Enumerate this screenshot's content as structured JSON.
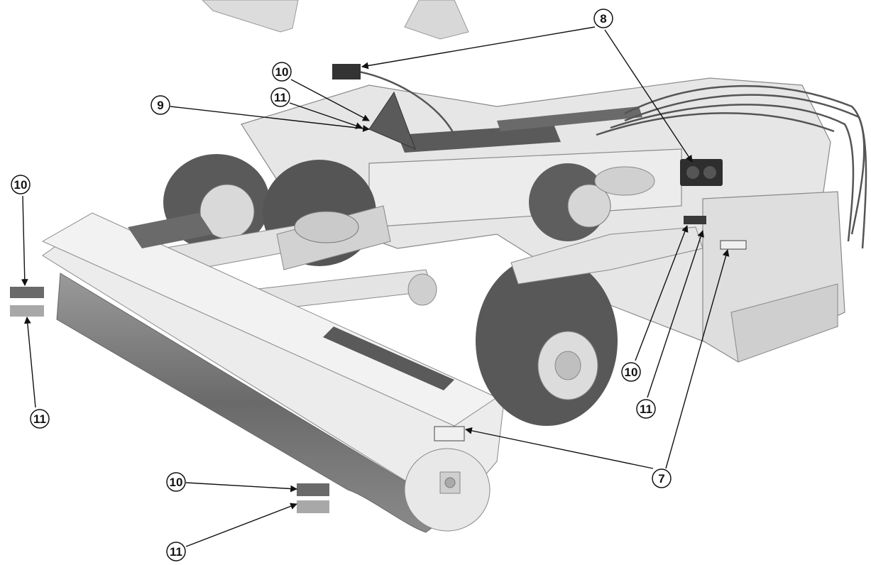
{
  "figure": {
    "callouts": [
      {
        "id": "c8-top",
        "label": "8"
      },
      {
        "id": "c10-top",
        "label": "10"
      },
      {
        "id": "c11-top",
        "label": "11"
      },
      {
        "id": "c9",
        "label": "9"
      },
      {
        "id": "c10-left",
        "label": "10"
      },
      {
        "id": "c11-left",
        "label": "11"
      },
      {
        "id": "c10-right",
        "label": "10"
      },
      {
        "id": "c11-right",
        "label": "11"
      },
      {
        "id": "c7",
        "label": "7"
      },
      {
        "id": "c10-bottom",
        "label": "10"
      },
      {
        "id": "c11-bottom",
        "label": "11"
      }
    ],
    "colors": {
      "body": "#e4e4e4",
      "body_shade": "#c8c8c8",
      "dark": "#4a4a4a",
      "tire": "#555555",
      "line": "#111111"
    }
  }
}
